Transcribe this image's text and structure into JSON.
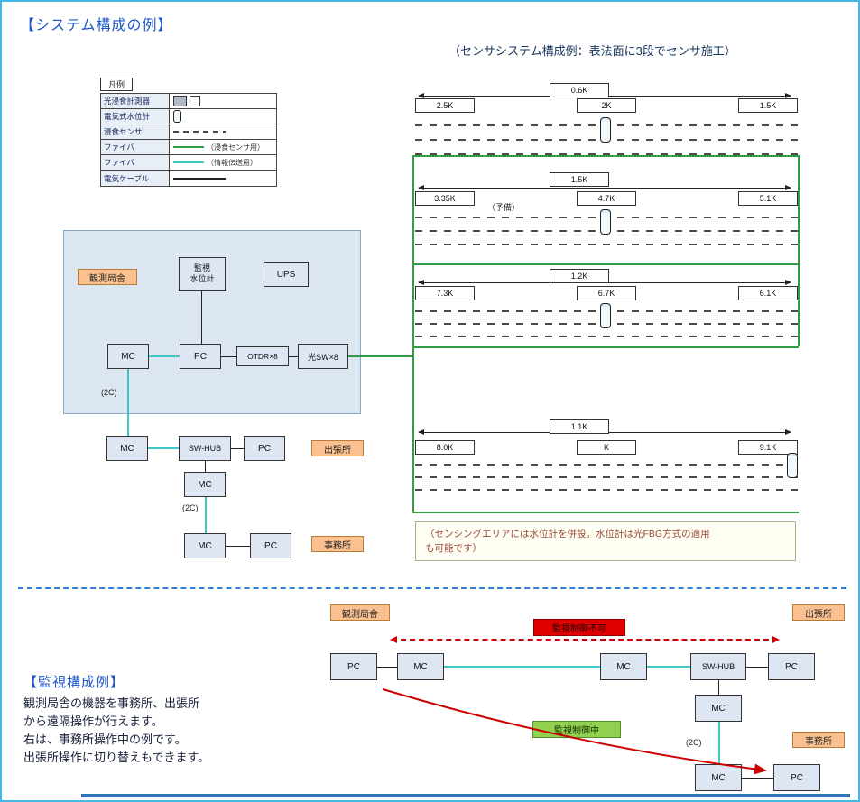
{
  "page": {
    "title": "【システム構成の例】"
  },
  "legend": {
    "title": "凡例",
    "items": [
      {
        "label": "光浸食計測器"
      },
      {
        "label": "電気式水位計"
      },
      {
        "label": "浸食センサ"
      },
      {
        "label": "ファイバ",
        "note": "（浸食センサ用）"
      },
      {
        "label": "ファイバ",
        "note": "（情報伝送用）"
      },
      {
        "label": "電気ケーブル"
      }
    ]
  },
  "station": {
    "label": "観測局舎",
    "gauge": "監視\n水位計",
    "ups": "UPS",
    "mc": "MC",
    "pc": "PC",
    "otdr": "OTDR×8",
    "osw": "光SW×8",
    "c2": "(2C)"
  },
  "branch": {
    "label": "出張所",
    "mc": "MC",
    "hub": "SW-HUB",
    "pc": "PC",
    "mc2": "MC",
    "c2": "(2C)"
  },
  "office": {
    "label": "事務所",
    "mc": "MC",
    "pc": "PC"
  },
  "sensors": {
    "heading": "（センサシステム構成例：表法面に3段でセンサ施工）",
    "rows": [
      {
        "span": "0.6K",
        "left": "2.5K",
        "center": "2K",
        "right": "1.5K"
      },
      {
        "span": "1.5K",
        "left": "3.35K",
        "center": "4.7K",
        "right": "5.1K",
        "note": "（予備）"
      },
      {
        "span": "1.2K",
        "left": "7.3K",
        "center": "6.7K",
        "right": "6.1K"
      },
      {
        "span": "1.1K",
        "left": "8.0K",
        "center": "K",
        "right": "9.1K"
      }
    ],
    "note": "（センシングエリアには水位計を併設。水位計は光FBG方式の適用\nも可能です）"
  },
  "monitor": {
    "title": "【監視構成例】",
    "description": "観測局舎の機器を事務所、出張所\nから遠隔操作が行えます。\n右は、事務所操作中の例です。\n出張所操作に切り替えもできます。",
    "station_label": "観測局舎",
    "branch_label": "出張所",
    "office_label": "事務所",
    "no_control": "監視制御不可",
    "in_control": "監視制御中",
    "c2": "(2C)",
    "nodes": {
      "pc1": "PC",
      "mc1": "MC",
      "mc2": "MC",
      "hub": "SW-HUB",
      "pc2": "PC",
      "mc3": "MC",
      "mc4": "MC",
      "pc3": "PC"
    }
  },
  "colors": {
    "page_border": "#45b8e6",
    "title_blue": "#1e56c8",
    "orange_label": "#fac08f",
    "panel_fill": "#dce6f1",
    "fiber_sensor_green": "#2e9e44",
    "fiber_info_cyan": "#3ec6c6",
    "alert_red": "#cc0000",
    "control_green": "#92d050"
  }
}
